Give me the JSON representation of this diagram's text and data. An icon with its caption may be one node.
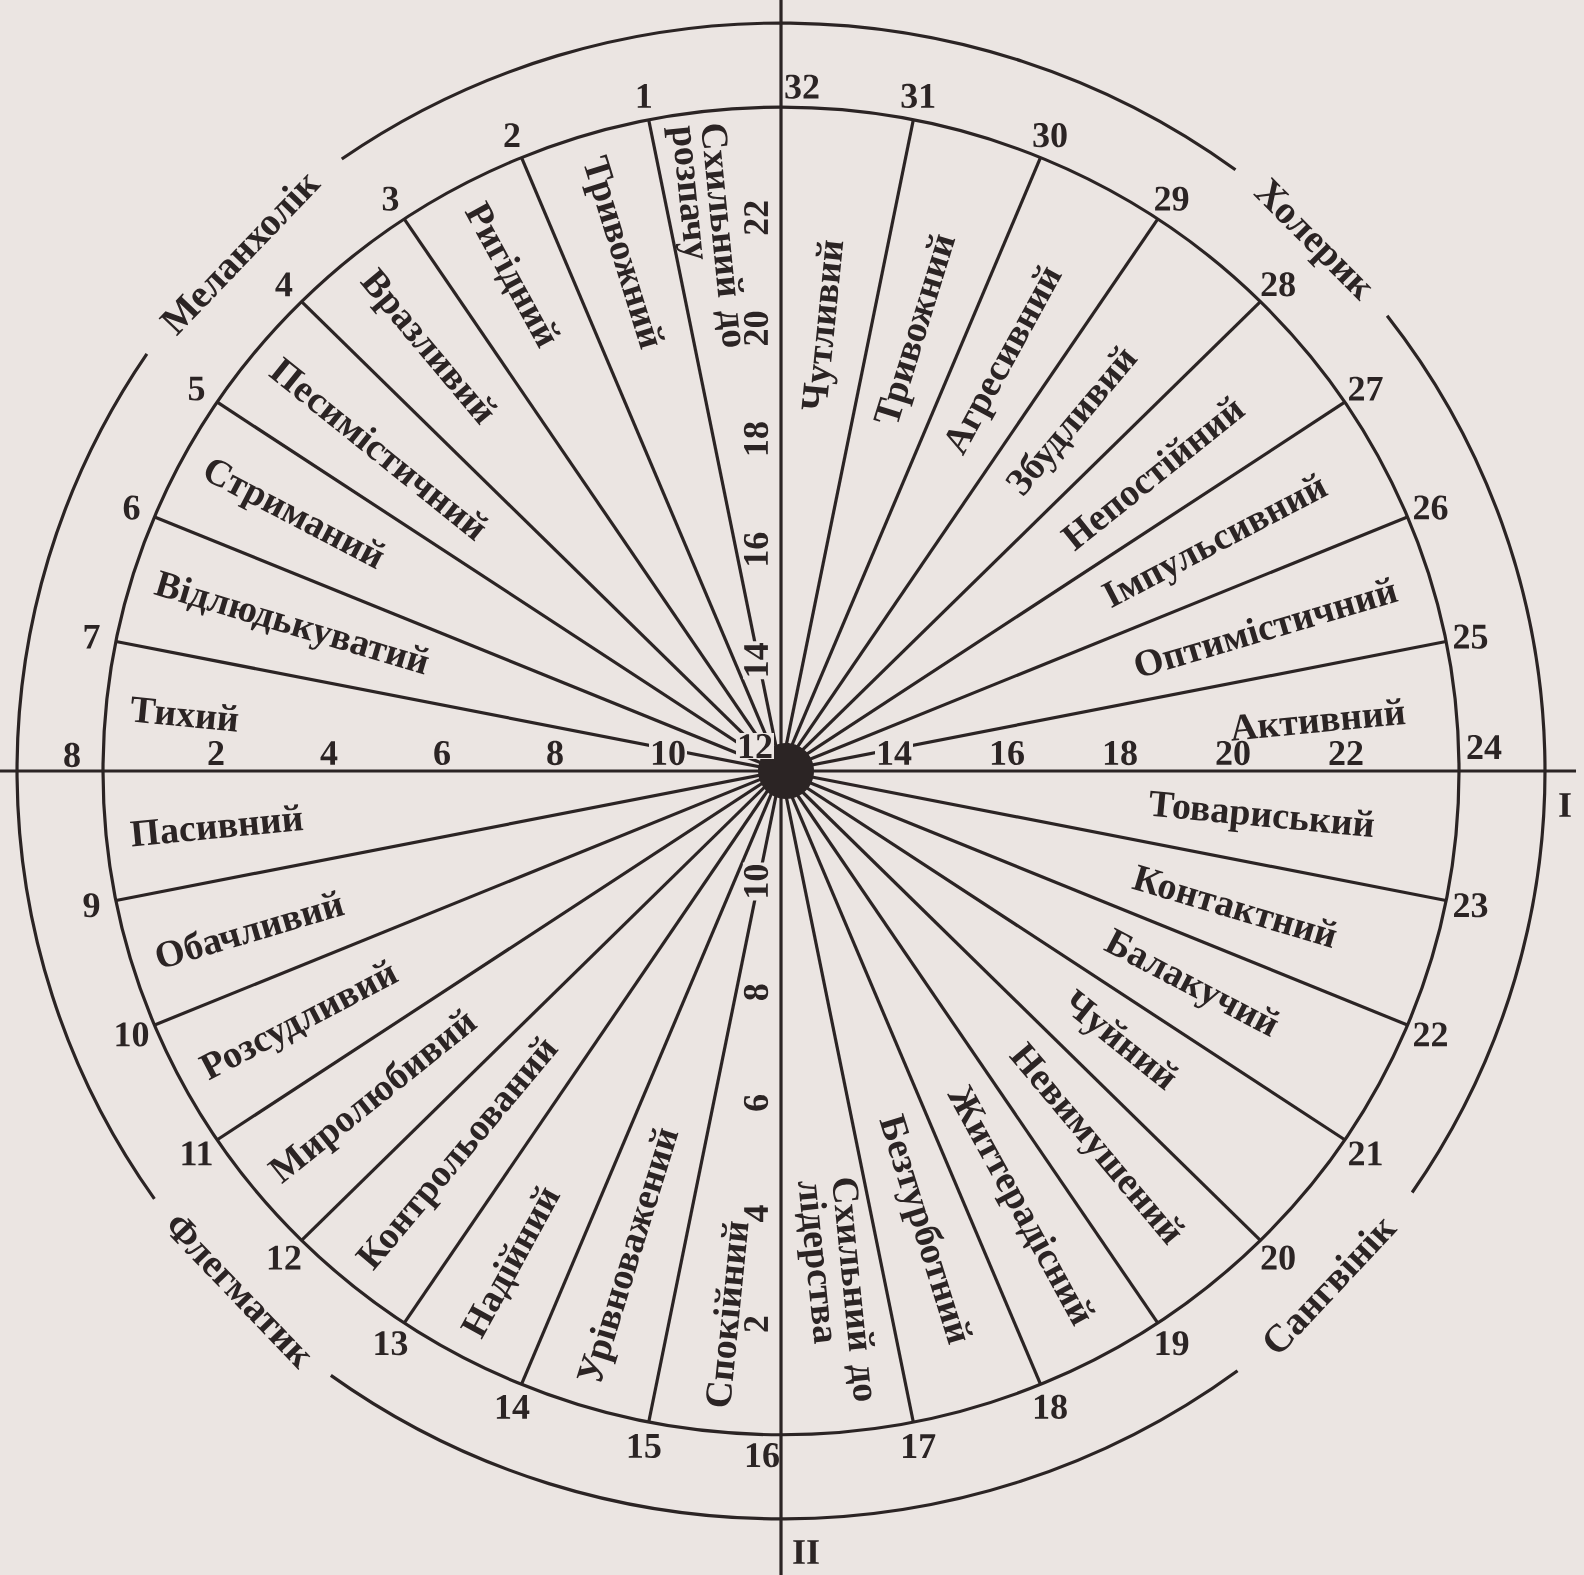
{
  "diagram": {
    "labels": [
      "1",
      "32",
      "31",
      "2",
      "30",
      "Меланхолік",
      "4",
      "3",
      "Вразливий",
      "Ригідний",
      "Тривожний",
      "Схильний до розпачу",
      "22",
      "20",
      "Чутливий",
      "Тривожний",
      "Агресивний",
      "29",
      "28",
      "Холерик",
      "6",
      "5",
      "Стриманий",
      "Песимістичний",
      "18",
      "16",
      "Збудливий",
      "Непостійний",
      "Імпульсивний",
      "27",
      "26",
      "7",
      "Відлюдькуватий",
      "14",
      "Оптимістичний",
      "25",
      "8",
      "Тихий",
      "2",
      "4",
      "6",
      "8",
      "10",
      "12",
      "14",
      "16",
      "18",
      "20",
      "Активний",
      "22",
      "24",
      "Пасивний",
      "Товариський",
      "I",
      "9",
      "Обачливий",
      "10",
      "Контактний",
      "23",
      "10",
      "Розсудливий",
      "8",
      "Чуйний",
      "Балакучий",
      "22",
      "11",
      "Миролюбивий",
      "Контрольований",
      "6",
      "Невимушений",
      "21",
      "Флегматик",
      "12",
      "13",
      "Надійний",
      "Урівноважений",
      "Спокійний",
      "4",
      "2",
      "Схильний до лідерства",
      "Безтурботний",
      "Життерадісний",
      "19",
      "20",
      "Сангвінік",
      "14",
      "18",
      "15",
      "16",
      "17",
      "II"
    ]
  }
}
